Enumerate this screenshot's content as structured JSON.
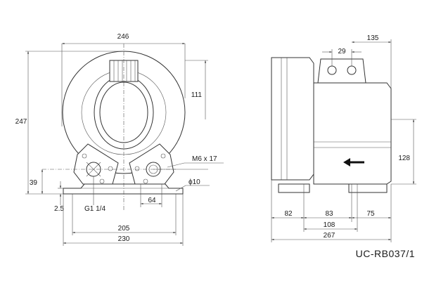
{
  "front_view": {
    "overall_width": "246",
    "overall_height": "247",
    "upper_height": "111",
    "foot_height": "39",
    "base_thickness": "2.5",
    "inlet_thread": "G1 1/4",
    "mounting_width_inner": "64",
    "hole_pitch": "205",
    "base_length": "230",
    "mounting_bolt": "M6 x 17",
    "hole_dia": "ϕ10"
  },
  "side_view": {
    "port_spacing": "29",
    "port_offset": "135",
    "flange_height": "128",
    "body_section": "82",
    "middle_section": "83",
    "foot_pitch": "108",
    "motor_end": "75",
    "overall_length": "267"
  },
  "model_number": "UC-RB037/1"
}
